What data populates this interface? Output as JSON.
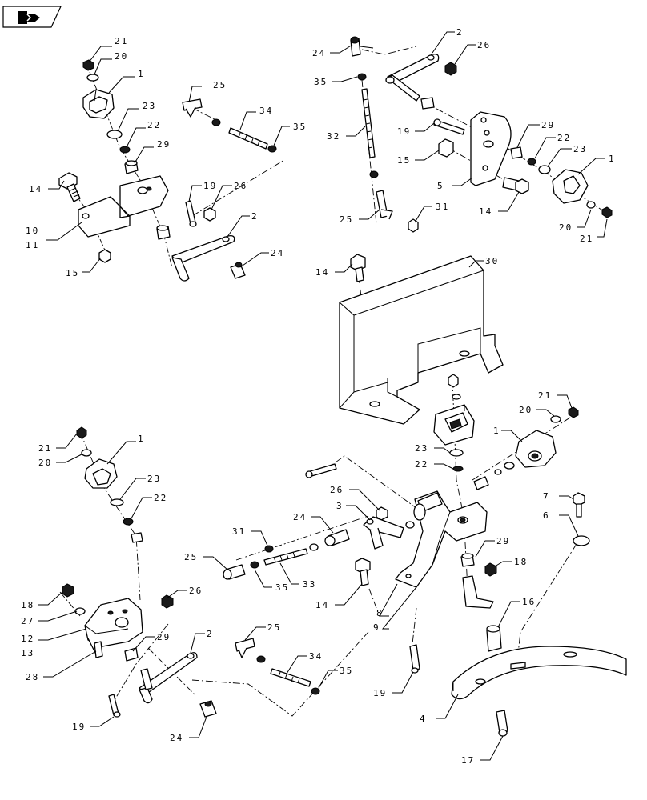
{
  "badge": {
    "icon": "book-arrow-icon"
  },
  "callouts": [
    "1",
    "2",
    "3",
    "4",
    "5",
    "6",
    "7",
    "8",
    "9",
    "10",
    "11",
    "12",
    "13",
    "14",
    "15",
    "16",
    "17",
    "18",
    "19",
    "20",
    "21",
    "22",
    "23",
    "24",
    "25",
    "26",
    "27",
    "28",
    "29",
    "30",
    "31",
    "32",
    "33",
    "34",
    "35"
  ],
  "colors": {
    "line": "#000000",
    "background": "#ffffff"
  }
}
